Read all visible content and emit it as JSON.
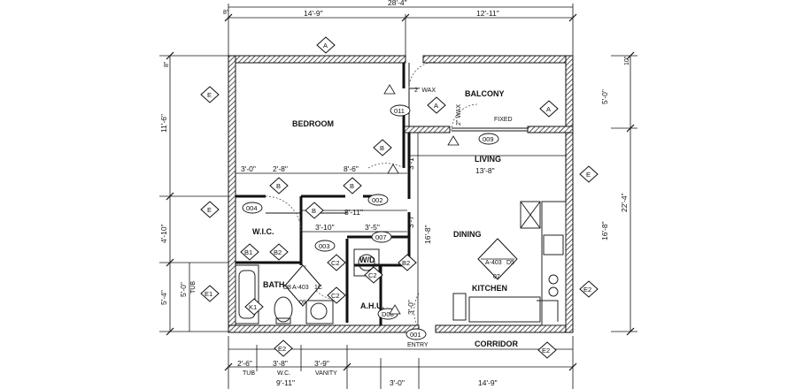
{
  "rooms": {
    "bedroom": "BEDROOM",
    "balcony": "BALCONY",
    "living": "LIVING",
    "dining": "DINING",
    "kitchen": "KITCHEN",
    "wic": "W.I.C.",
    "bath": "BATH",
    "ahu": "A.H.U.",
    "wd": "W/D",
    "corridor": "CORRIDOR",
    "entry": "ENTRY",
    "fixed": "FIXED"
  },
  "dimensions": {
    "top_overall": "28'-4\"",
    "top_left": "14'-9\"",
    "top_right": "12'-11\"",
    "wic_w": "3'-0\"",
    "wic_w2": "2'-8\"",
    "bed_closet": "8'-6\"",
    "hall": "8'-11\"",
    "living_w": "13'-8\"",
    "mid1": "3'-10\"",
    "mid2": "3'-5\"",
    "bot_tub": "2'-6\"",
    "bot_wc": "3'-8\"",
    "bot_vanity": "3'-9\"",
    "bot_sum": "9'-11\"",
    "bot_entry": "3'-0\"",
    "bot_right": "14'-9\"",
    "left_bed": "11'-6\"",
    "left_wic": "4'-10\"",
    "left_bath": "5'-4\"",
    "tub_len": "5'-0\"",
    "right_total": "22'-4\"",
    "right_balc": "5'-0\"",
    "right_living": "16'-8\"",
    "inner_dining": "16'-8\"",
    "inner_a": "3'-1\"",
    "inner_b": "3'-7\"",
    "inner_c": "3'-0\"",
    "wall_8": "8\"",
    "wall_10": "10\""
  },
  "sublabels": {
    "tub": "TUB",
    "wc": "W.C.",
    "vanity": "VANITY",
    "tub_v": "TUB"
  },
  "tags": {
    "t011": "011",
    "t009": "009",
    "t004": "004",
    "t002": "002",
    "t003": "003",
    "t007": "007",
    "t008": "D08",
    "t001": "001",
    "t_09": "09",
    "t_07": "07",
    "a403_kitchen": "A-403",
    "a403_bath": "A-403",
    "d5": "D5",
    "d8": "D8",
    "c1": "1C"
  },
  "markers": {
    "a": "A",
    "b": "B",
    "e": "E",
    "e1": "E1",
    "e2": "E2",
    "b1": "B1",
    "b2": "B2",
    "c2": "C2",
    "k1": "K1"
  },
  "notes": {
    "wax_1": "2\" WAX",
    "wax_2": "2\" WAX"
  }
}
